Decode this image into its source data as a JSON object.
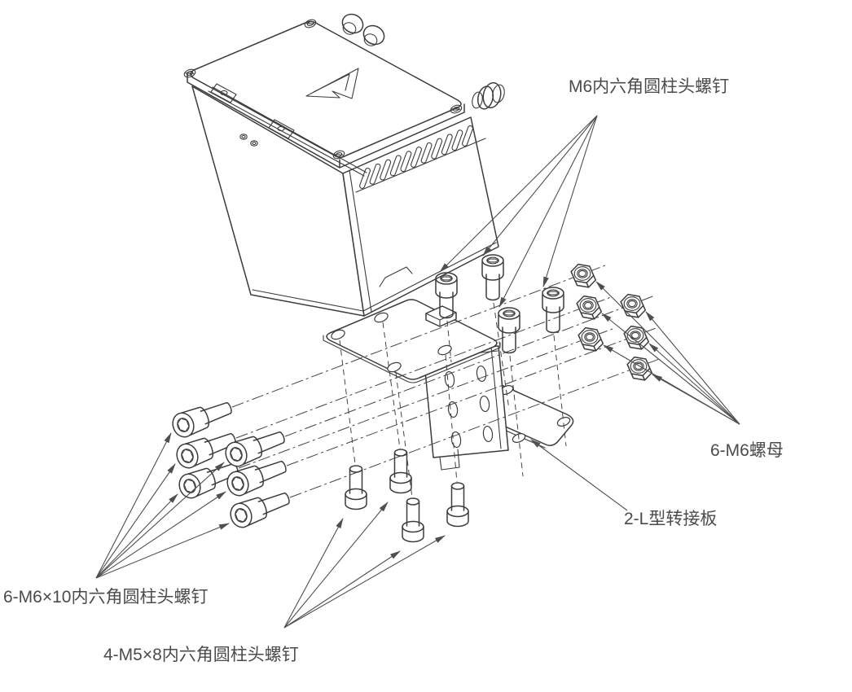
{
  "page": {
    "background": "#ffffff"
  },
  "diagram": {
    "type": "exploded-assembly-drawing",
    "line_color": "#3c3c3c",
    "label_color": "#4b4b4b",
    "annotations": [
      {
        "id": "m6-screws",
        "text": "M6内六角圆柱头螺钉",
        "arrow_count": 4
      },
      {
        "id": "m6-nuts",
        "text": "6-M6螺母",
        "arrow_count": 6
      },
      {
        "id": "l-bracket",
        "text": "2-L型转接板",
        "arrow_count": 1
      },
      {
        "id": "m6x10-screws",
        "text": "6-M6×10内六角圆柱头螺钉",
        "arrow_count": 6
      },
      {
        "id": "m5x8-screws",
        "text": "4-M5×8内六角圆柱头螺钉",
        "arrow_count": 4
      }
    ]
  }
}
